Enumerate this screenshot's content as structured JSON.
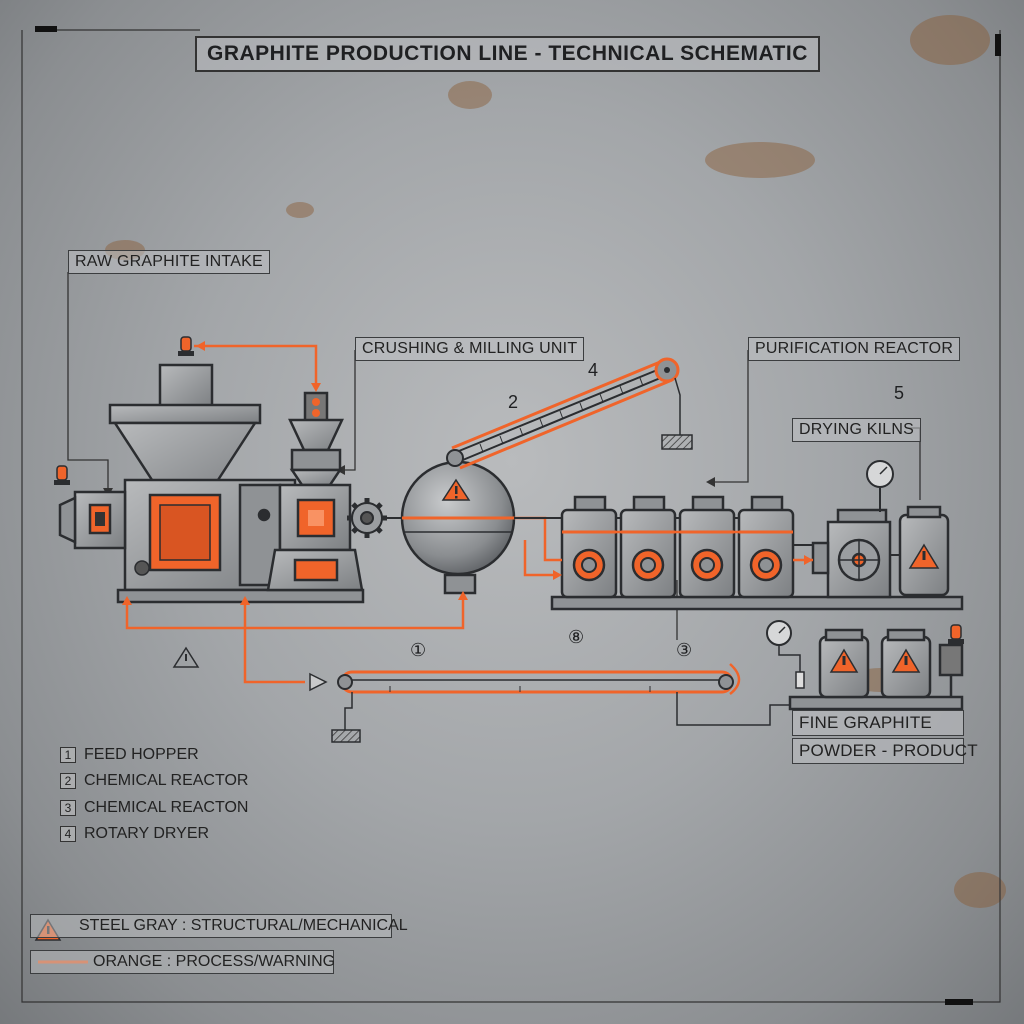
{
  "title": "GRAPHITE PRODUCTION LINE - TECHNICAL SCHEMATIC",
  "callouts": {
    "raw_intake": "RAW GRAPHITE INTAKE",
    "crushing": "CRUSHING & MILLING UNIT",
    "purification": "PURIFICATION REACTOR",
    "drying": "DRYING KILNS",
    "product_line1": "FINE GRAPHITE",
    "product_line2": "POWDER - PRODUCT"
  },
  "step_numbers": {
    "n2": "2",
    "n4": "4",
    "n5": "5",
    "c1": "①",
    "c8": "⑧",
    "c3": "③"
  },
  "legend": [
    {
      "box": "1",
      "label": "FEED HOPPER"
    },
    {
      "box": "2",
      "label": "CHEMICAL REACTOR"
    },
    {
      "box": "3",
      "label": "CHEMICAL REACTON"
    },
    {
      "box": "4",
      "label": "ROTARY DRYER"
    }
  ],
  "color_key": {
    "steel_label": "STEEL GRAY : STRUCTURAL/MECHANICAL",
    "orange_label": "ORANGE : PROCESS/WARNING"
  },
  "colors": {
    "steel": "#3f4246",
    "orange": "#f0642a",
    "background": "#a3a6a9"
  },
  "icons": [
    "warning-triangle-icon",
    "pressure-gauge-icon",
    "signal-light-icon",
    "gear-icon",
    "ground-symbol-icon"
  ]
}
